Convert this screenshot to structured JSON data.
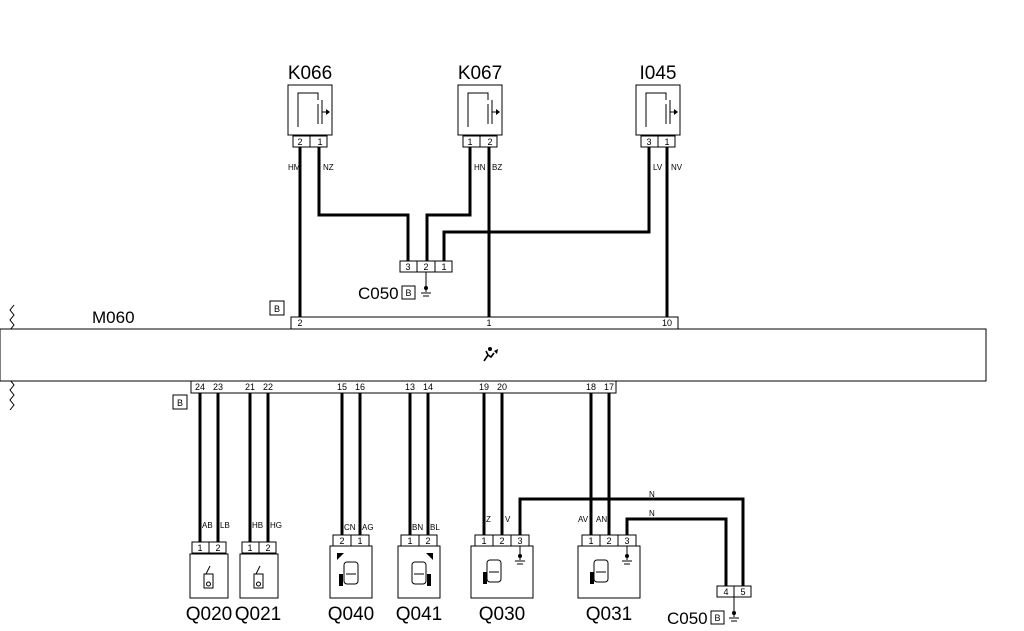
{
  "components": {
    "K066": {
      "label": "K066",
      "pins": [
        "2",
        "1"
      ],
      "wires": [
        "HM",
        "NZ"
      ]
    },
    "K067": {
      "label": "K067",
      "pins": [
        "1",
        "2"
      ],
      "wires": [
        "HN",
        "BZ"
      ]
    },
    "I045": {
      "label": "I045",
      "pins": [
        "3",
        "1"
      ],
      "wires": [
        "LV",
        "NV"
      ]
    },
    "M060": {
      "label": "M060",
      "top_connector": "B",
      "bottom_connector": "B",
      "top_pins": [
        "2",
        "1",
        "10"
      ],
      "bottom_pins": [
        "24",
        "23",
        "21",
        "22",
        "15",
        "16",
        "13",
        "14",
        "19",
        "20",
        "18",
        "17"
      ]
    },
    "C050_top": {
      "label": "C050",
      "tag": "B",
      "pins": [
        "3",
        "2",
        "1"
      ]
    },
    "C050_bottom": {
      "label": "C050",
      "tag": "B",
      "pins": [
        "4",
        "5"
      ]
    },
    "Q020": {
      "label": "Q020",
      "pins": [
        "1",
        "2"
      ],
      "wires": [
        "AB",
        "LB"
      ]
    },
    "Q021": {
      "label": "Q021",
      "pins": [
        "1",
        "2"
      ],
      "wires": [
        "HB",
        "HG"
      ]
    },
    "Q040": {
      "label": "Q040",
      "pins": [
        "2",
        "1"
      ],
      "wires": [
        "CN",
        "AG"
      ]
    },
    "Q041": {
      "label": "Q041",
      "pins": [
        "1",
        "2"
      ],
      "wires": [
        "BN",
        "BL"
      ]
    },
    "Q030": {
      "label": "Q030",
      "pins": [
        "1",
        "2",
        "3"
      ],
      "wires": [
        "Z",
        "V"
      ]
    },
    "Q031": {
      "label": "Q031",
      "pins": [
        "1",
        "2",
        "3"
      ],
      "wires": [
        "AV",
        "AN"
      ]
    }
  },
  "ground_wires": [
    "N",
    "N"
  ],
  "icons": {
    "module": "airbag-icon",
    "ground": "ground-icon"
  }
}
